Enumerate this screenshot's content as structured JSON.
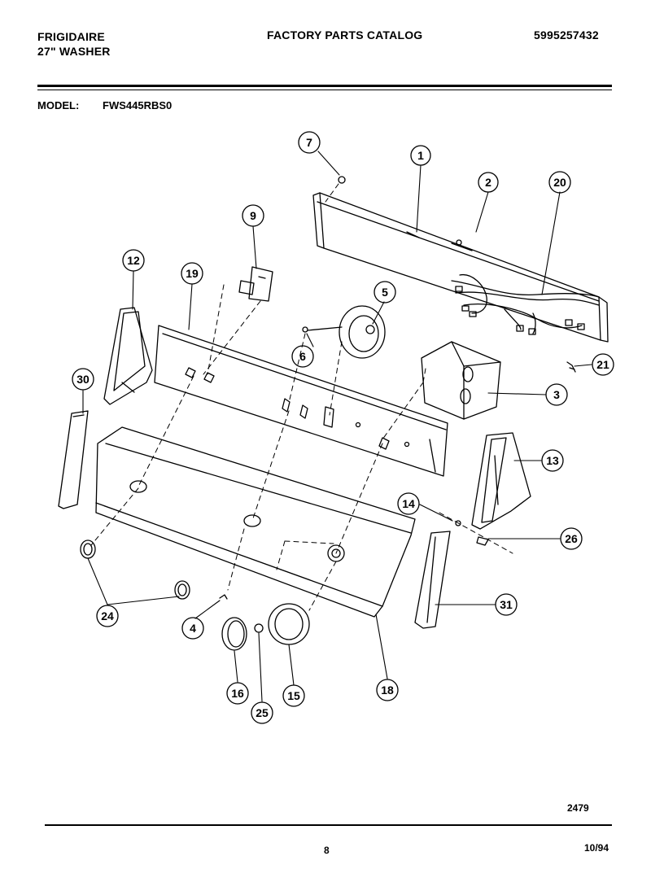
{
  "header": {
    "brand": "FRIGIDAIRE",
    "product": "27\" WASHER",
    "catalog_title": "FACTORY PARTS CATALOG",
    "part_number": "5995257432"
  },
  "model": {
    "label": "MODEL:",
    "value": "FWS445RBS0"
  },
  "callouts": [
    "1",
    "2",
    "3",
    "4",
    "5",
    "6",
    "7",
    "9",
    "12",
    "13",
    "14",
    "15",
    "16",
    "18",
    "19",
    "20",
    "21",
    "24",
    "25",
    "26",
    "30",
    "31"
  ],
  "footer": {
    "drawing_number": "2479",
    "page": "8",
    "date": "10/94"
  }
}
